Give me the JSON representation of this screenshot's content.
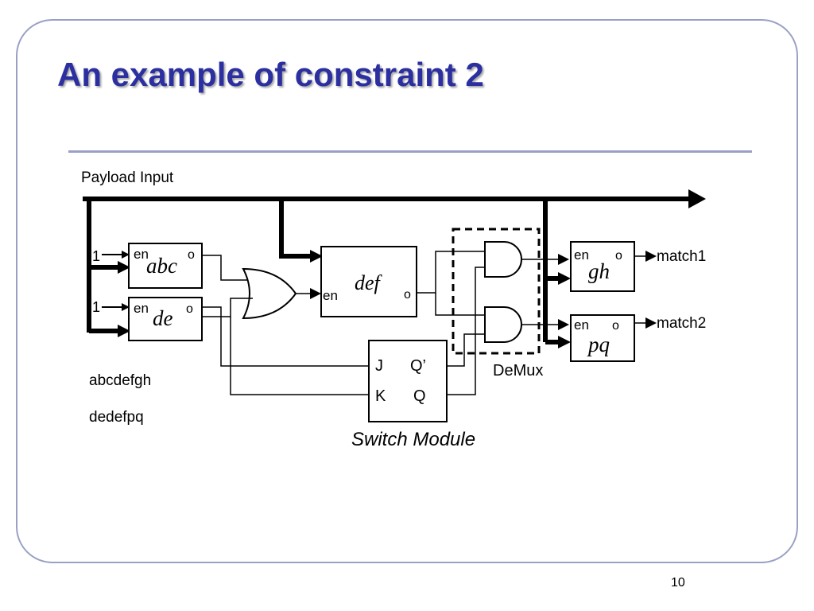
{
  "slide": {
    "title": "An example of constraint 2",
    "page_number": "10",
    "title_color": "#2b2f9f",
    "frame_color": "#9aa0c4"
  },
  "diagram": {
    "payload_input_label": "Payload Input",
    "modules": [
      {
        "name": "abc",
        "en_label": "en",
        "out_label": "o",
        "const_input": "1"
      },
      {
        "name": "de",
        "en_label": "en",
        "out_label": "o",
        "const_input": "1"
      },
      {
        "name": "def",
        "en_label": "en",
        "out_label": "o"
      },
      {
        "name": "gh",
        "en_label": "en",
        "out_label": "o",
        "output_label": "match1"
      },
      {
        "name": "pq",
        "en_label": "en",
        "out_label": "o",
        "output_label": "match2"
      }
    ],
    "switch_module": {
      "label": "Switch Module",
      "pins": {
        "j": "J",
        "k": "K",
        "qbar": "Q’",
        "q": "Q"
      }
    },
    "demux_label": "DeMux"
  },
  "notes": [
    "abcdefgh",
    "dedefpq"
  ]
}
